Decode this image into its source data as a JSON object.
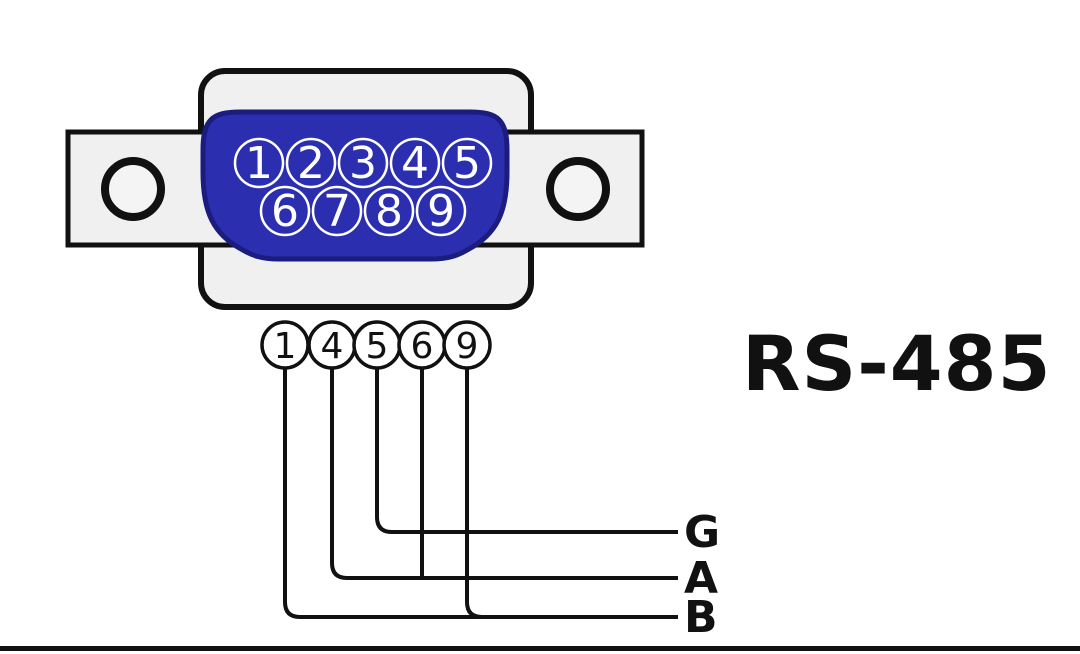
{
  "title": "RS-485",
  "connector": {
    "type": "DB9 connector front view",
    "pins_top_row": [
      "1",
      "2",
      "3",
      "4",
      "5"
    ],
    "pins_bottom_row": [
      "6",
      "7",
      "8",
      "9"
    ]
  },
  "breakout": {
    "pins": [
      "1",
      "4",
      "5",
      "6",
      "9"
    ]
  },
  "signals": [
    {
      "label": "G",
      "from_pins": [
        "5"
      ]
    },
    {
      "label": "A",
      "from_pins": [
        "4",
        "6"
      ]
    },
    {
      "label": "B",
      "from_pins": [
        "1",
        "9"
      ]
    }
  ],
  "colors": {
    "face_blue": "#2c2eb0",
    "face_edge": "#1a1c7e",
    "shell_fill": "#f0f0f0",
    "line_black": "#111111"
  }
}
